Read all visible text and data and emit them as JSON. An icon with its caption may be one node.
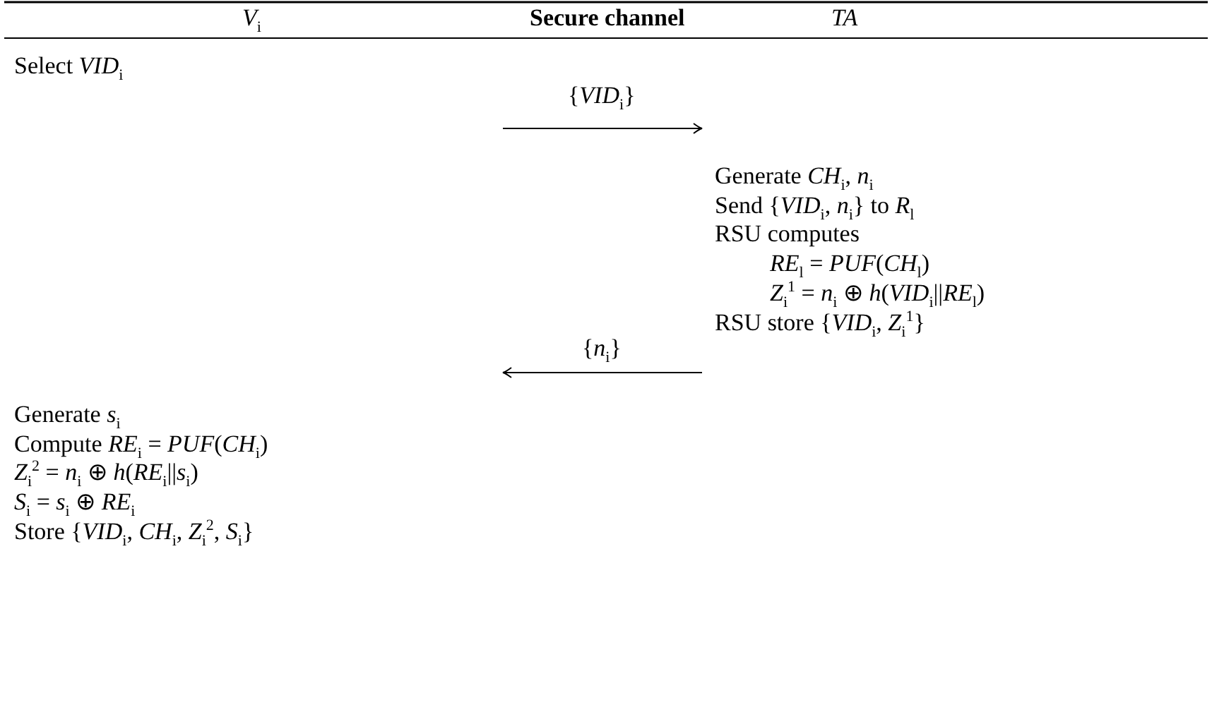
{
  "diagram": {
    "labels": [
      "*V*$_{i}$",
      "Secure channel",
      "*TA*",
      "Select *VID*$_{i}$",
      "{*VID*$_{i}$}",
      "Generate *CH*$_{i}$, *n*$_{i}$",
      "Send {*VID*$_{i}$, *n*$_{i}$} to *R*$_{l}$",
      "RSU computes",
      "*RE*$_{l}$ = *PUF*(*CH*$_{l}$)",
      "*Z*$_{i}$$^{1}$ = *n*$_{i}$ ⊕ *h*(*VID*$_{i}$||*RE*$_{l}$)",
      "RSU store {*VID*$_{i}$, *Z*$_{i}$$^{1}$}",
      "{*n*$_{i}$}",
      "Generate *s*$_{i}$",
      "Compute *RE*$_{i}$ = *PUF*(*CH*$_{i}$)",
      "*Z*$_{i}$$^{2}$ = *n*$_{i}$ ⊕ *h*(*RE*$_{i}$||*s*$_{i}$)",
      "*S*$_{i}$ = *s*$_{i}$ ⊕ *RE*$_{i}$",
      "Store {*VID*$_{i}$, *CH*$_{i}$, *Z*$_{i}$$^{2}$, *S*$_{i}$}"
    ]
  }
}
